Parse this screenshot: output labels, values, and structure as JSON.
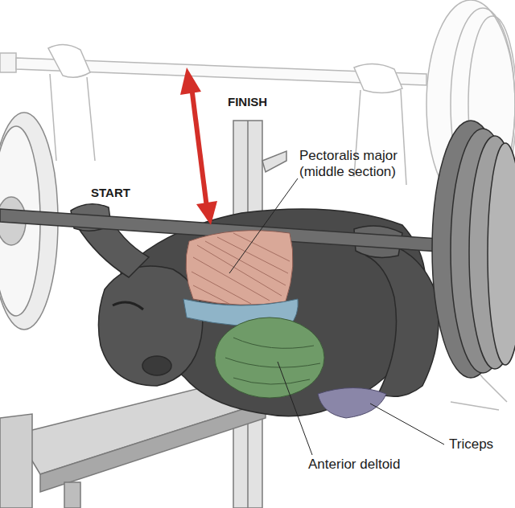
{
  "diagram": {
    "labels": [
      "FINISH",
      "START",
      "Pectoralis major (middle section)",
      "Triceps",
      "Anterior deltoid"
    ]
  }
}
